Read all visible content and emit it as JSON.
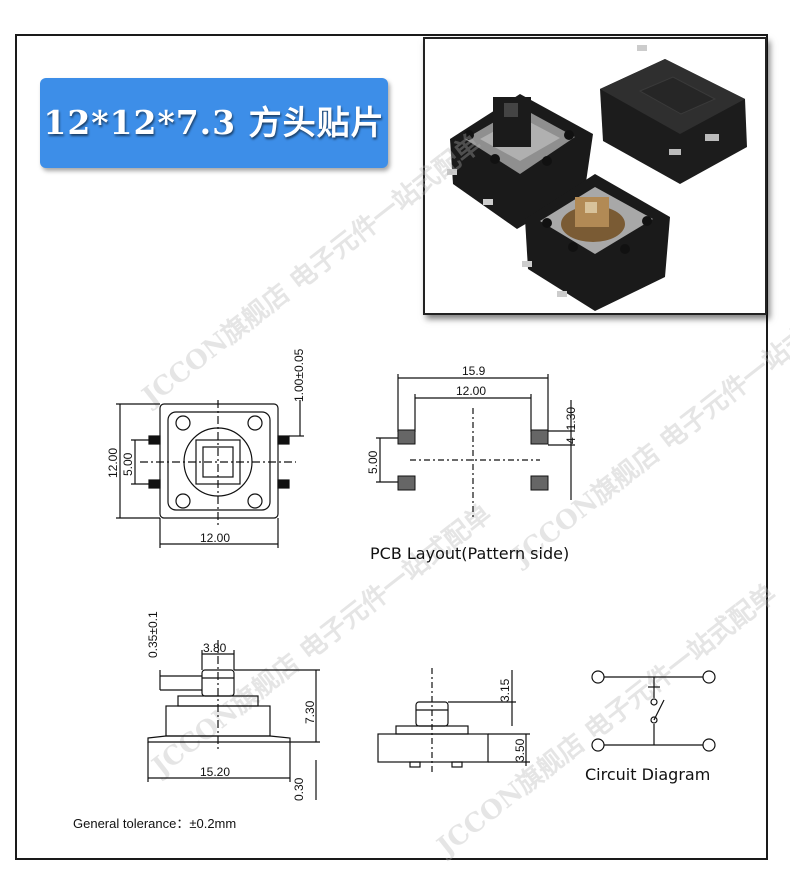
{
  "title": "12*12*7.3 方头贴片",
  "watermark": "JCCON旗舰店 电子元件一站式配单",
  "top_view": {
    "dim_top_offset": "1.00±0.05",
    "dim_height": "12.00",
    "dim_pin_span": "5.00",
    "dim_width": "12.00"
  },
  "pcb_layout": {
    "dim_outer": "15.9",
    "dim_inner": "12.00",
    "dim_pad": "4−1.30",
    "dim_pitch": "5.00",
    "caption": "PCB Layout(Pattern side)"
  },
  "side_view": {
    "dim_offset": "0.35±0.1",
    "dim_stem": "3.80",
    "dim_height": "7.30",
    "dim_base": "15.20",
    "dim_foot": "0.30"
  },
  "end_view": {
    "dim_stem_height": "3.15",
    "dim_body_height": "3.50"
  },
  "circuit": {
    "caption": "Circuit  Diagram"
  },
  "tolerance": "General tolerance：±0.2mm",
  "colors": {
    "badge": "#3d8ee8",
    "line": "#111111",
    "body": "#2a2a2a",
    "plunger_tan": "#b28a55"
  }
}
